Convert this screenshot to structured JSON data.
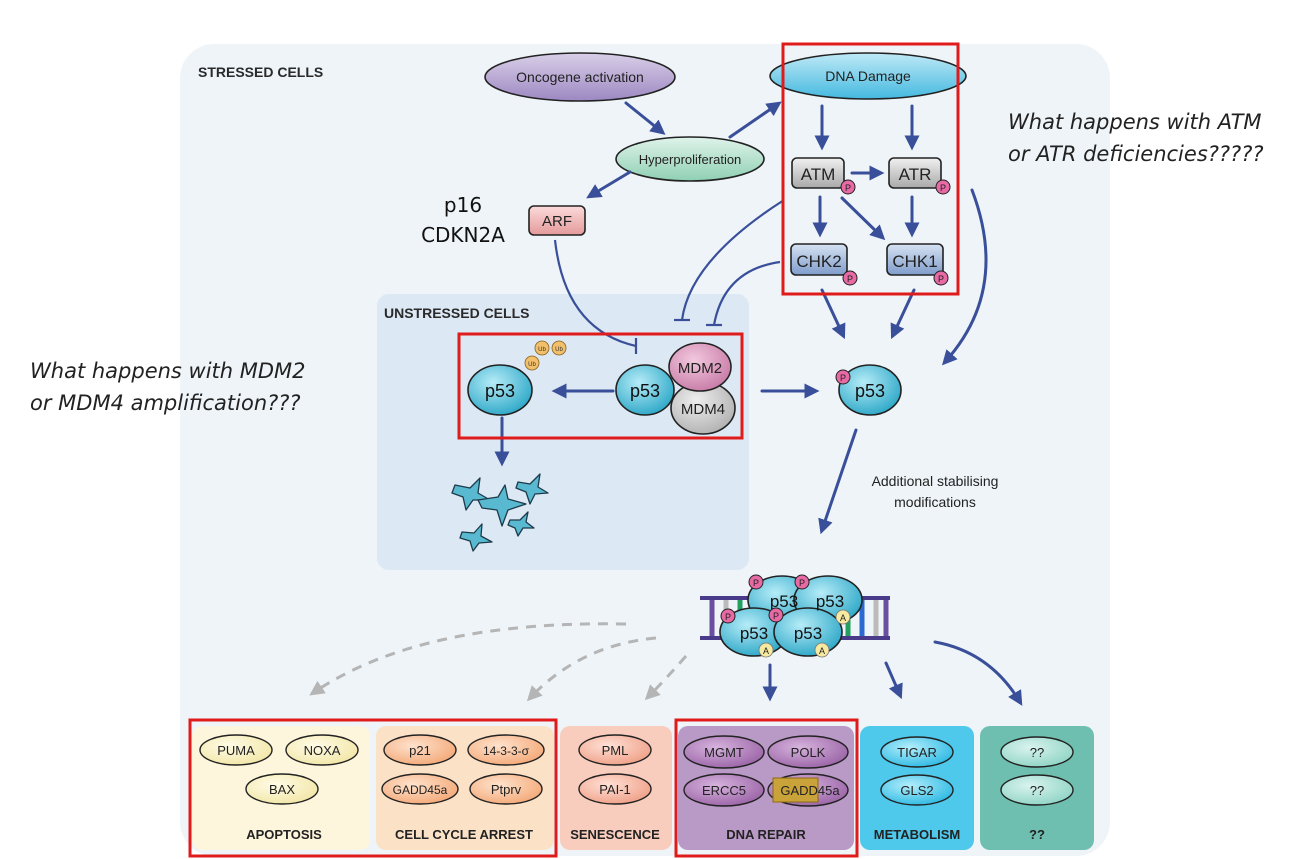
{
  "panels": {
    "stressed": "STRESSED CELLS",
    "unstressed": "UNSTRESSED CELLS"
  },
  "nodes": {
    "oncogene": "Oncogene activation",
    "hyperproliferation": "Hyperproliferation",
    "dna_damage": "DNA Damage",
    "arf": "ARF",
    "atm": "ATM",
    "atr": "ATR",
    "chk2": "CHK2",
    "chk1": "CHK1",
    "p53": "p53",
    "mdm2": "MDM2",
    "mdm4": "MDM4",
    "ub": "Ub",
    "phos": "P",
    "acetyl": "A"
  },
  "labels": {
    "additional_line1": "Additional stabilising",
    "additional_line2": "modifications"
  },
  "annotations": {
    "atm_question_line1": "What happens with ATM",
    "atm_question_line2": "or ATR deficiencies?????",
    "mdm_question_line1": "What happens with MDM2",
    "mdm_question_line2": "or MDM4 amplification???",
    "arf_gene_line1": "p16",
    "arf_gene_line2": "CDKN2A"
  },
  "outcomes": [
    {
      "title": "APOPTOSIS",
      "genes": [
        "PUMA",
        "NOXA",
        "BAX"
      ]
    },
    {
      "title": "CELL CYCLE ARREST",
      "genes": [
        "p21",
        "14-3-3-σ",
        "GADD45a",
        "Ptprv"
      ]
    },
    {
      "title": "SENESCENCE",
      "genes": [
        "PML",
        "PAI-1"
      ]
    },
    {
      "title": "DNA REPAIR",
      "genes": [
        "MGMT",
        "POLK",
        "ERCC5",
        "GADD45a"
      ]
    },
    {
      "title": "METABOLISM",
      "genes": [
        "TIGAR",
        "GLS2"
      ]
    },
    {
      "title": "??",
      "genes": [
        "??",
        "??"
      ]
    }
  ],
  "colors": {
    "stressed_bg": "#eef4f8",
    "unstressed_bg": "#dce8f3",
    "arrow": "#3a4f9a",
    "dashed_arrow": "#b5b5b5",
    "highlight": "#e01b1b",
    "p53_fill": "#3fb7d3",
    "phospho": "#e86aa5"
  }
}
